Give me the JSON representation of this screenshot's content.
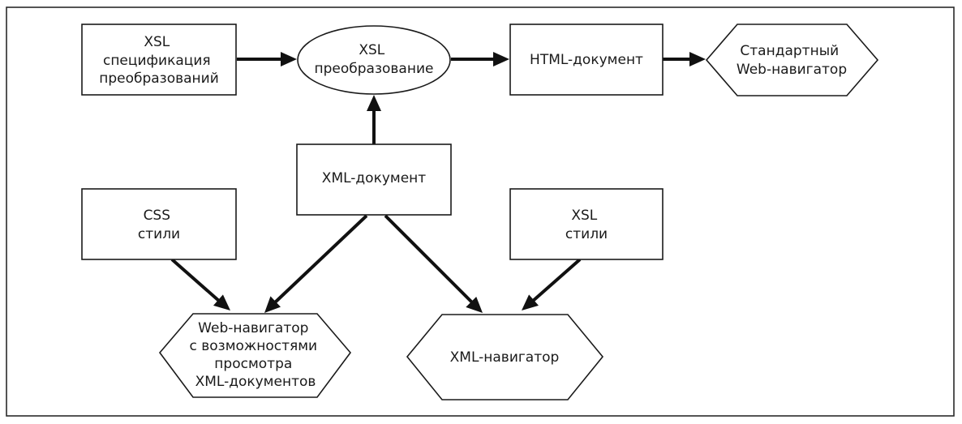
{
  "nodes": {
    "xsl_spec": {
      "lines": [
        "XSL",
        "спецификация",
        "преобразований"
      ]
    },
    "xsl_transform": {
      "lines": [
        "XSL",
        "преобразование"
      ]
    },
    "html_doc": {
      "lines": [
        "HTML-документ"
      ]
    },
    "std_browser": {
      "lines": [
        "Стандартный",
        "Web-навигатор"
      ]
    },
    "xml_doc": {
      "lines": [
        "XML-документ"
      ]
    },
    "css_styles": {
      "lines": [
        "CSS",
        "стили"
      ]
    },
    "xsl_styles": {
      "lines": [
        "XSL",
        "стили"
      ]
    },
    "web_browser_xml": {
      "lines": [
        "Web-навигатор",
        "с возможностями",
        "просмотра",
        "XML-документов"
      ]
    },
    "xml_browser": {
      "lines": [
        "XML-навигатор"
      ]
    }
  }
}
